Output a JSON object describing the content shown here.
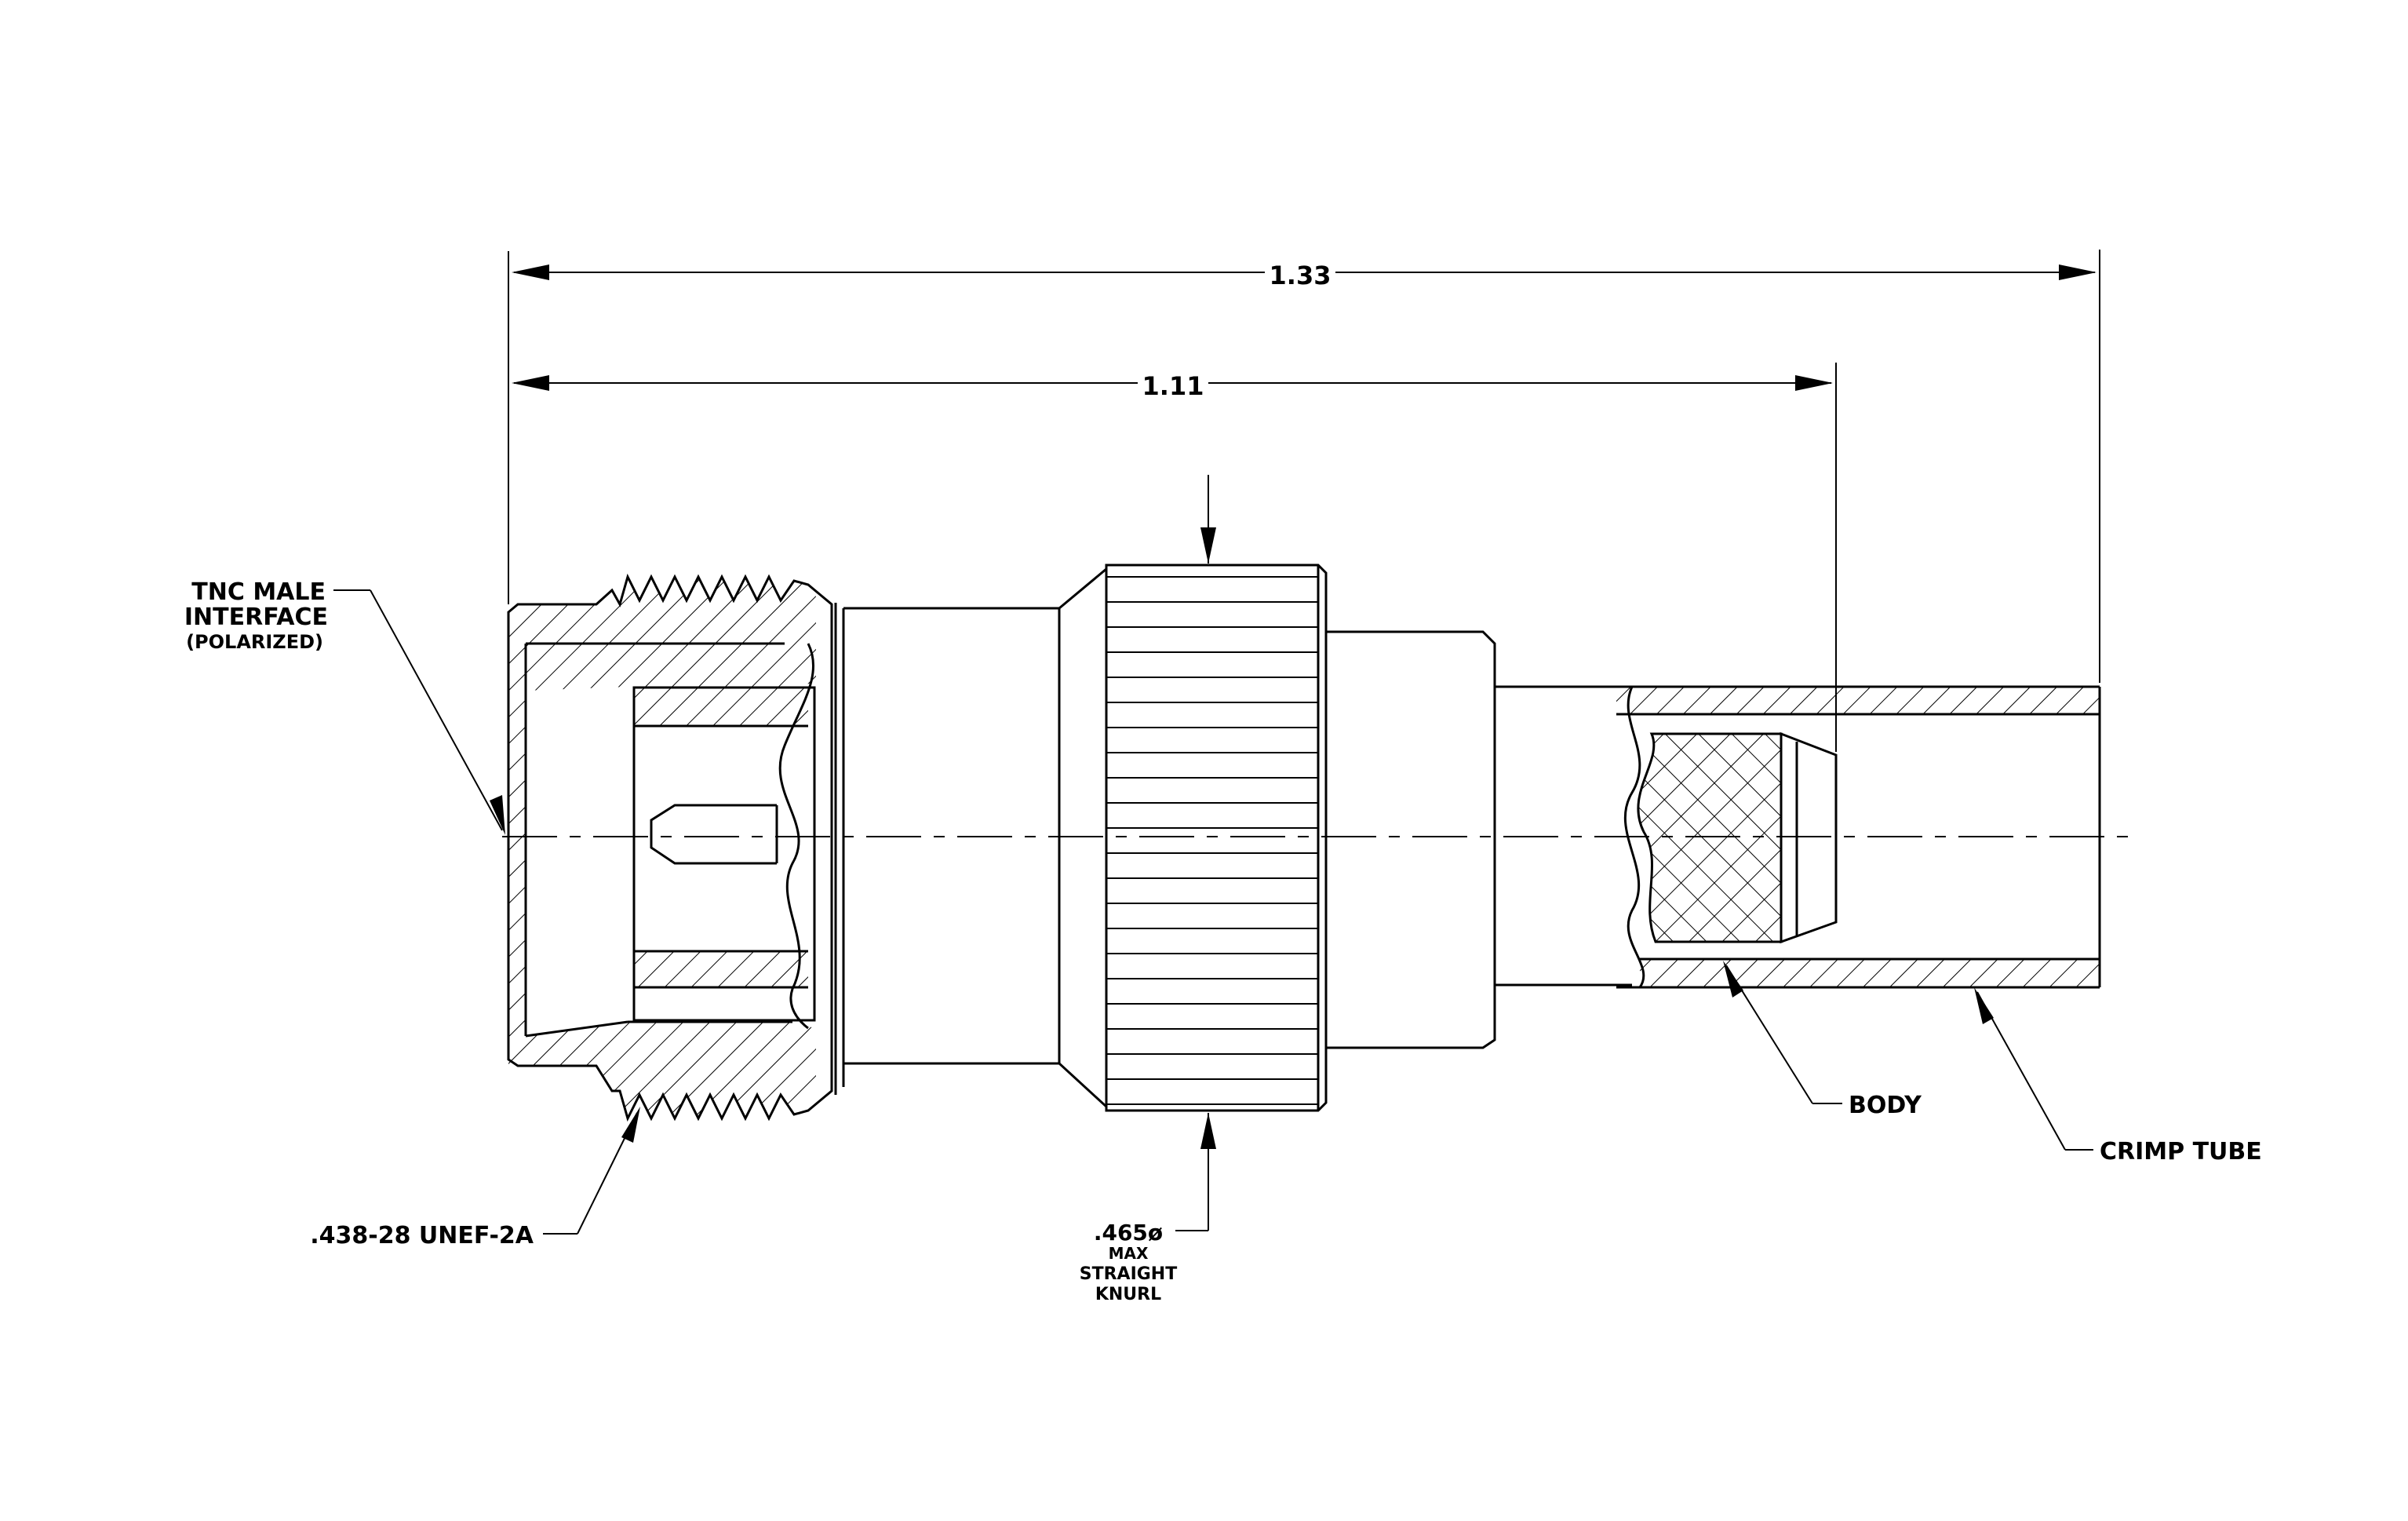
{
  "dimensions": {
    "overall": "1.33",
    "body_length": "1.11"
  },
  "callouts": {
    "interface_line1": "TNC MALE",
    "interface_line2": "INTERFACE",
    "interface_line3": "(POLARIZED)",
    "thread": ".438-28 UNEF-2A",
    "knurl_line1": ".465ø",
    "knurl_line2": "MAX",
    "knurl_line3": "STRAIGHT",
    "knurl_line4": "KNURL",
    "body": "BODY",
    "crimp_tube": "CRIMP TUBE"
  },
  "colors": {
    "line": "#000000",
    "background": "#ffffff"
  }
}
